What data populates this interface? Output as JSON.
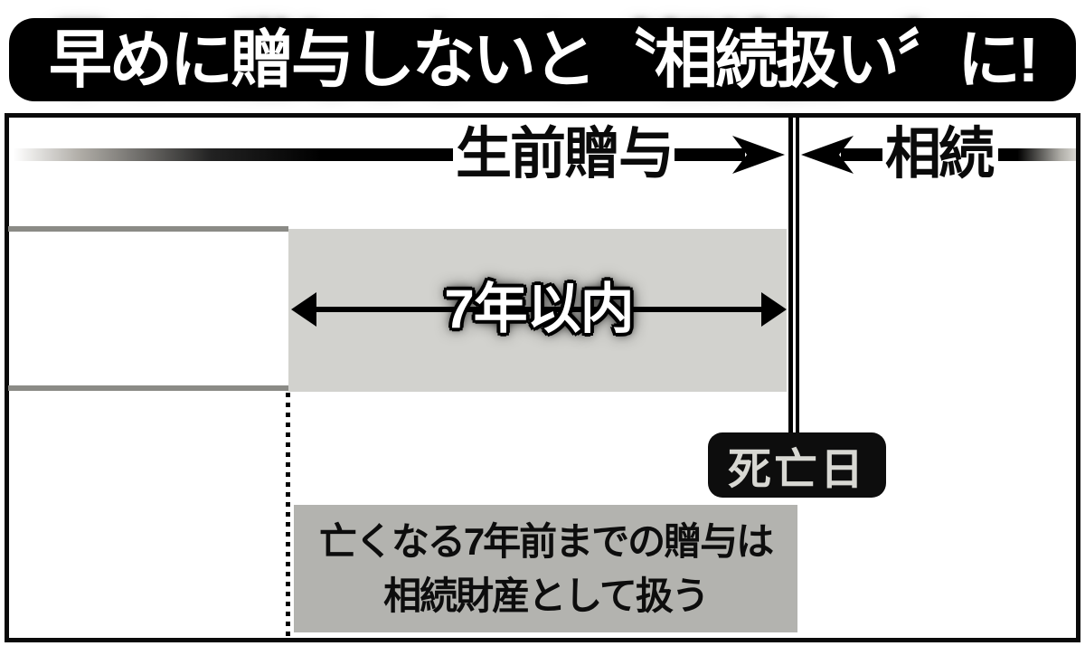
{
  "title": "早めに贈与しないと〝相続扱い〞に!",
  "timeline": {
    "pre_death_label": "生前贈与",
    "post_death_label": "相続"
  },
  "seven_year_period": {
    "label": "7年以内"
  },
  "death_marker": {
    "label": "死亡日"
  },
  "note": {
    "line1": "亡くなる7年前までの贈与は",
    "line2": "相続財産として扱う"
  },
  "colors": {
    "banner_bg": "#000000",
    "banner_text": "#ffffff",
    "frame_border": "#0a0a0a",
    "period_box_bg": "#d2d2ce",
    "note_box_bg": "#b3b3af",
    "gray_rule": "#8b8b86",
    "death_badge_bg": "#0d0d0d",
    "death_badge_text": "#d8d8d3"
  }
}
